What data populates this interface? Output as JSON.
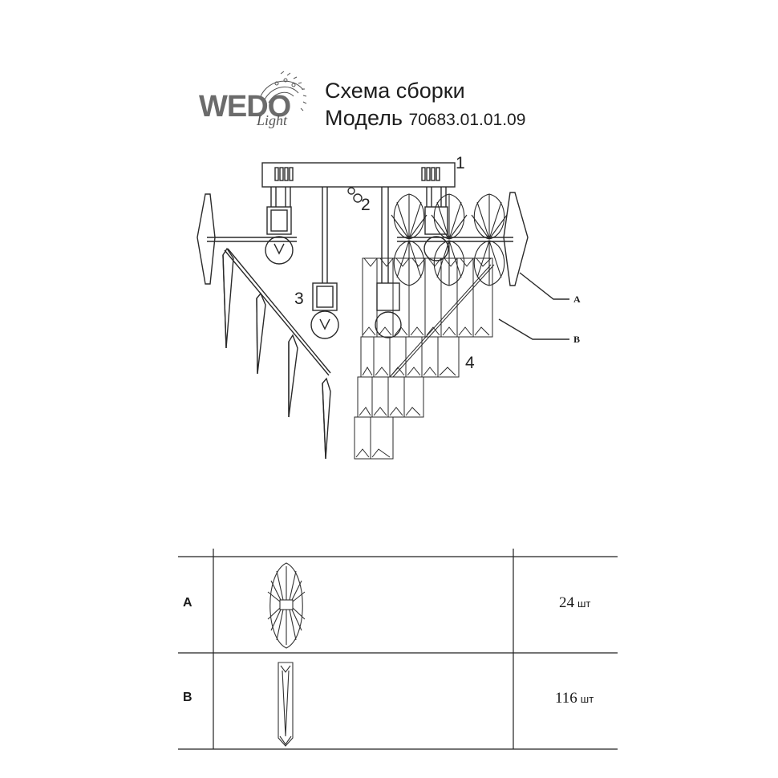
{
  "logo": {
    "brand": "WEDO",
    "sub": "Light"
  },
  "title": {
    "line1": "Схема сборки",
    "line2_prefix": "Модель",
    "model": "70683.01.01.09"
  },
  "callouts": {
    "c1": "1",
    "c2": "2",
    "c3": "3",
    "c4": "4",
    "cA": "A",
    "cB": "B"
  },
  "parts_table": {
    "rows": [
      {
        "label": "A",
        "qty": "24",
        "unit": "шт",
        "icon": "shell-crystal-icon"
      },
      {
        "label": "B",
        "qty": "116",
        "unit": "шт",
        "icon": "prism-crystal-icon"
      }
    ]
  }
}
